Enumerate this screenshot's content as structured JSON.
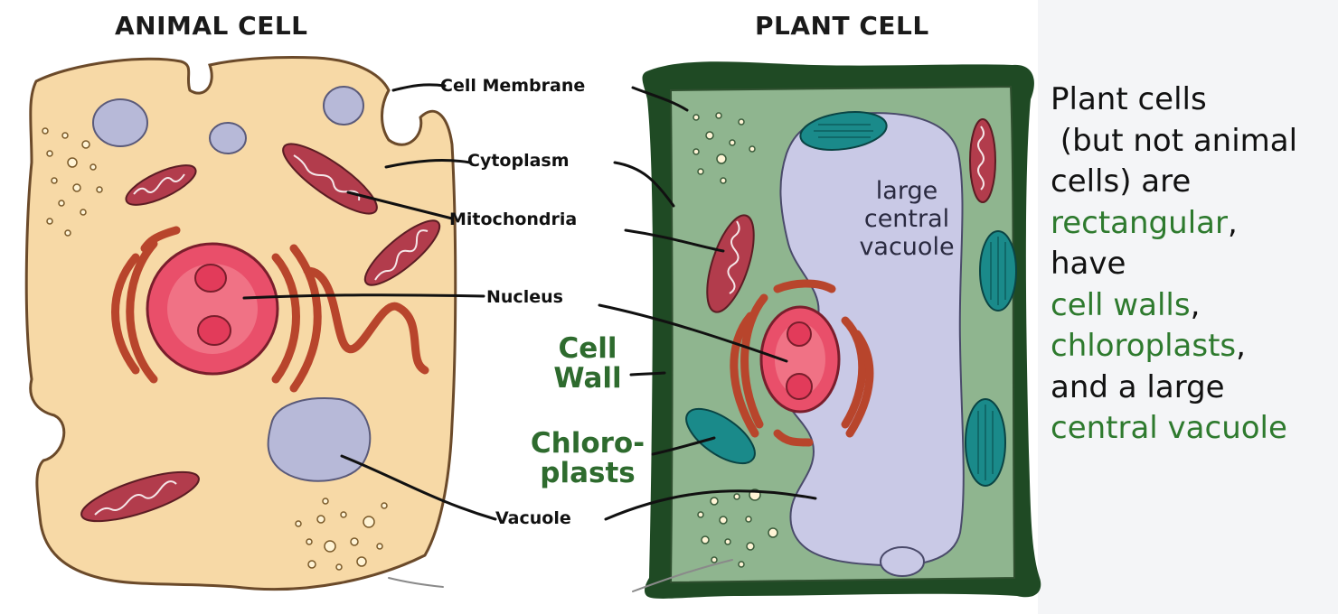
{
  "headings": {
    "animal": "ANIMAL CELL",
    "plant": "PLANT CELL"
  },
  "labels": {
    "cell_membrane": "Cell Membrane",
    "cytoplasm": "Cytoplasm",
    "mitochondria": "Mitochondria",
    "nucleus": "Nucleus",
    "vacuole": "Vacuole",
    "cell_wall_1": "Cell",
    "cell_wall_2": "Wall",
    "chloroplasts_1": "Chloro-",
    "chloroplasts_2": "plasts",
    "large_central_vacuole_1": "large",
    "large_central_vacuole_2": "central",
    "large_central_vacuole_3": "vacuole"
  },
  "note": {
    "line1": "Plant cells",
    "line2": " (but not animal",
    "line3": "cells) are",
    "line4_green": "rectangular",
    "line4_tail": ",",
    "line5": "have",
    "line6_green": "cell walls",
    "line6_tail": ",",
    "line7_green": "chloroplasts",
    "line7_tail": ",",
    "line8": "and a large",
    "line9_green": "central vacuole"
  },
  "colors": {
    "animal_cytoplasm": "#f7d9a6",
    "plant_wall": "#1f4a24",
    "plant_cytoplasm": "#8fb58f",
    "vacuole": "#b7b9d8",
    "nucleus": "#e94f6a",
    "mitochondria": "#b23c4c",
    "chloroplast": "#1a8a8a",
    "er": "#b8452c",
    "label_green": "#2e6b2e"
  }
}
